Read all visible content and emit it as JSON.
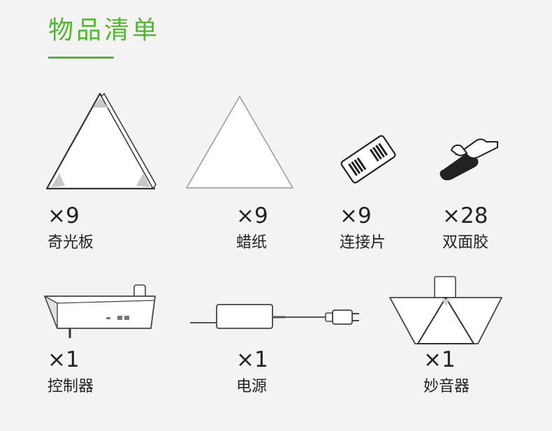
{
  "header": {
    "title": "物品清单"
  },
  "items": [
    {
      "qty": "×9",
      "name": "奇光板",
      "icon": "light-panel-icon"
    },
    {
      "qty": "×9",
      "name": "蜡纸",
      "icon": "wax-paper-icon"
    },
    {
      "qty": "×9",
      "name": "连接片",
      "icon": "connector-icon"
    },
    {
      "qty": "×28",
      "name": "双面胶",
      "icon": "double-sided-tape-icon"
    },
    {
      "qty": "×1",
      "name": "控制器",
      "icon": "controller-icon"
    },
    {
      "qty": "×1",
      "name": "电源",
      "icon": "power-adapter-icon"
    },
    {
      "qty": "×1",
      "name": "妙音器",
      "icon": "rhythm-module-icon"
    }
  ],
  "colors": {
    "accent": "#52b82f",
    "background": "#f3f3f3",
    "text": "#222222"
  }
}
